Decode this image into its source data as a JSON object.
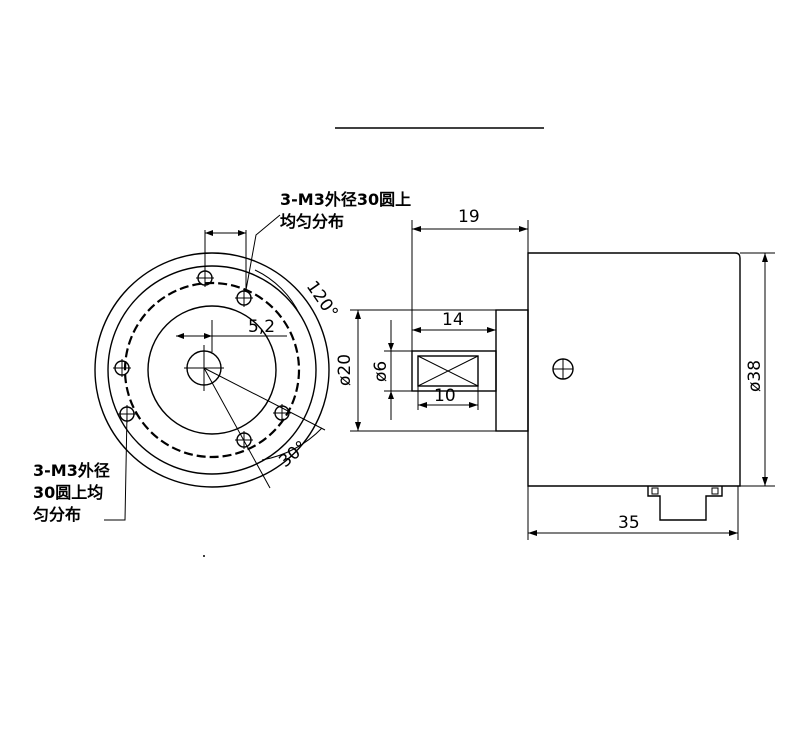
{
  "notes": {
    "top": [
      "3-M3外径30圆上",
      "均匀分布"
    ],
    "left": [
      "3-M3外径",
      "30圆上均",
      "匀分布"
    ]
  },
  "dimensions": {
    "length_19": "19",
    "length_14": "14",
    "length_10": "10",
    "length_35": "35",
    "dia_20": "ø20",
    "dia_6": "ø6",
    "dia_38": "ø38",
    "radius_52": "5,2",
    "angle_120": "120°",
    "angle_30": "30°"
  }
}
